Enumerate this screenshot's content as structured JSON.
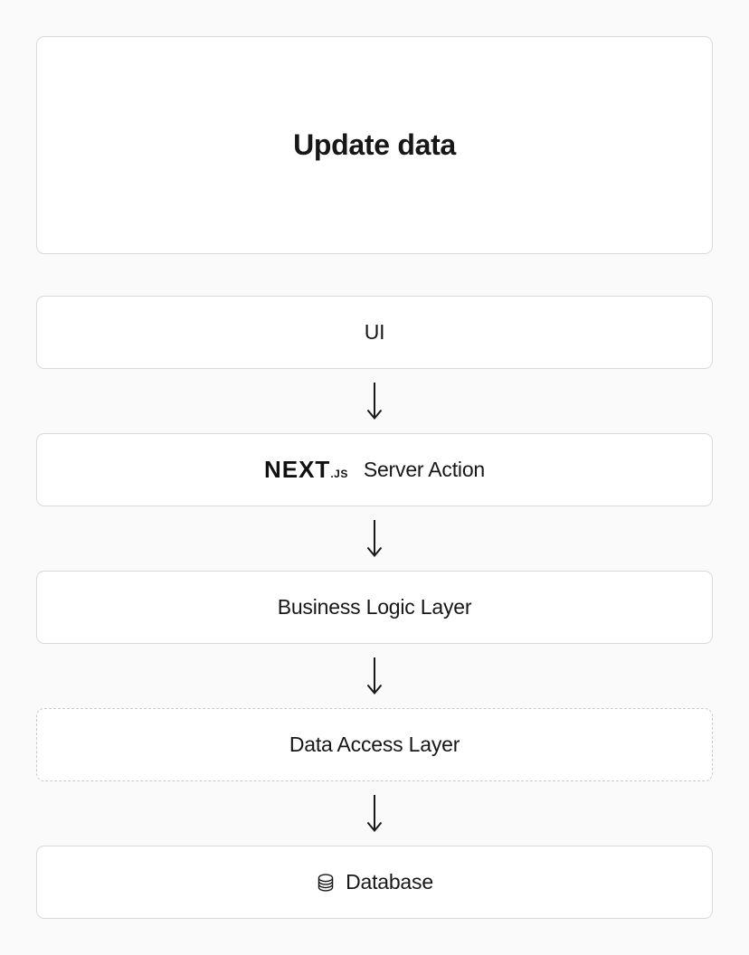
{
  "title_card": {
    "title": "Update data"
  },
  "flow": {
    "nodes": [
      {
        "name": "ui",
        "label": "UI",
        "border": "solid"
      },
      {
        "name": "nextjs-server-action",
        "logo_main": "NEXT",
        "logo_sub": ".JS",
        "label": "Server Action",
        "border": "solid"
      },
      {
        "name": "business-logic-layer",
        "label": "Business Logic Layer",
        "border": "solid"
      },
      {
        "name": "data-access-layer",
        "label": "Data Access Layer",
        "border": "dashed"
      },
      {
        "name": "database",
        "label": "Database",
        "icon": "database-icon",
        "border": "solid"
      }
    ],
    "arrow_icon": "down-arrow-icon"
  },
  "colors": {
    "page_bg": "#fafafa",
    "card_bg": "#ffffff",
    "card_border": "#d9d9d9",
    "dashed_border": "#c9c9c9",
    "text": "#171717",
    "arrow": "#171717"
  }
}
